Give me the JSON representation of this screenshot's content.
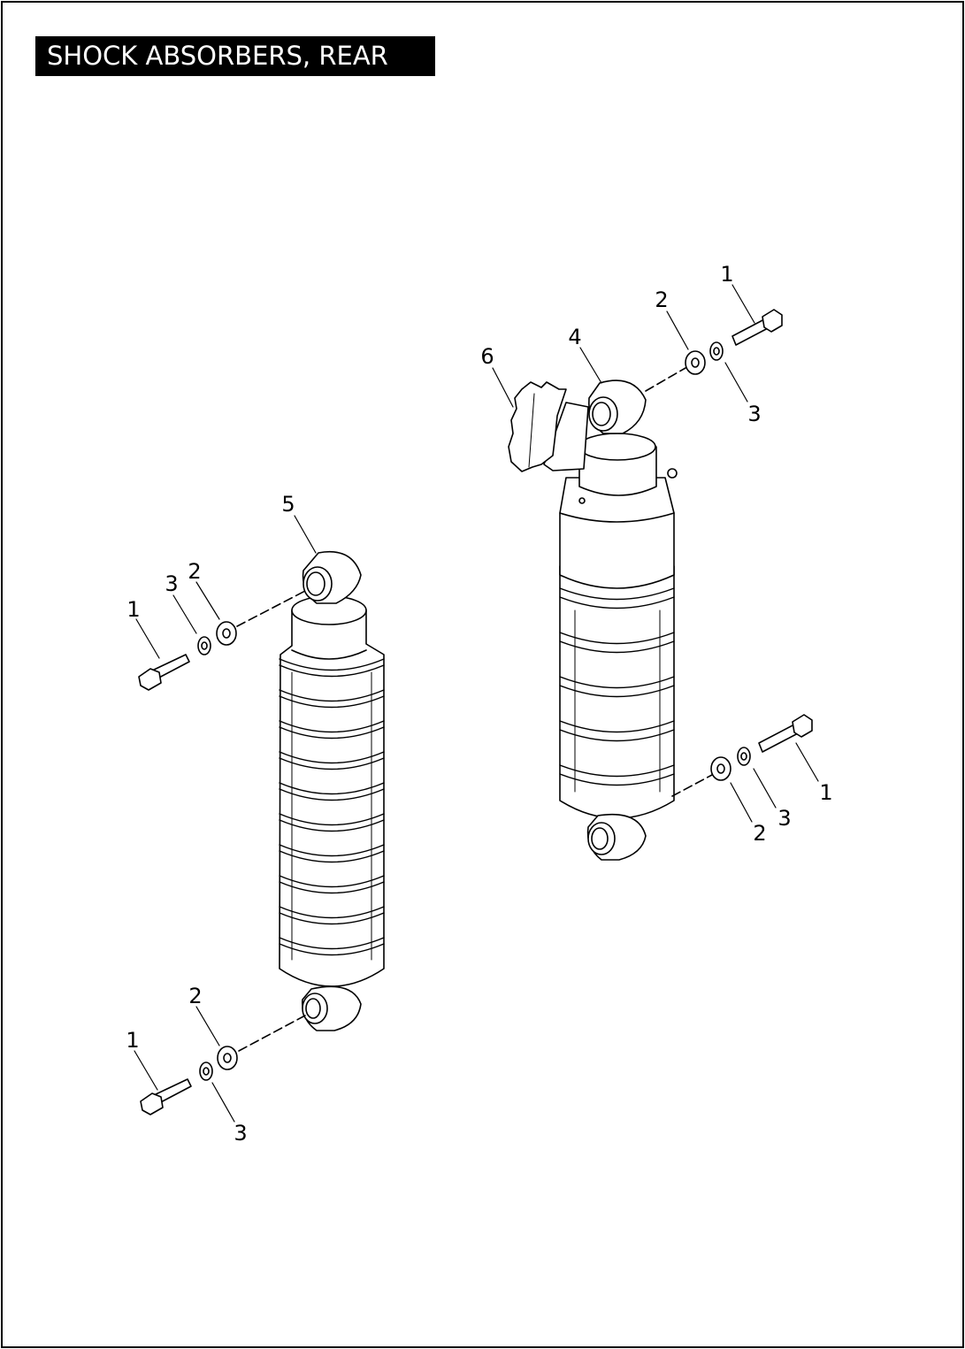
{
  "title": "SHOCK ABSORBERS, REAR",
  "colors": {
    "background": "#ffffff",
    "line": "#000000",
    "title_bg": "#000000",
    "title_text": "#ffffff"
  },
  "callouts": {
    "r_bolt_top": "1",
    "r_washer_top": "2",
    "r_lockwasher_top": "3",
    "r_shock": "4",
    "r_adjuster": "6",
    "r_bolt_bottom": "1",
    "r_washer_bottom": "2",
    "r_lockwasher_bottom": "3",
    "l_shock": "5",
    "l_bolt_top": "1",
    "l_lockwasher_top": "3",
    "l_washer_top": "2",
    "l_bolt_bottom": "1",
    "l_washer_bottom": "2",
    "l_lockwasher_bottom": "3"
  }
}
